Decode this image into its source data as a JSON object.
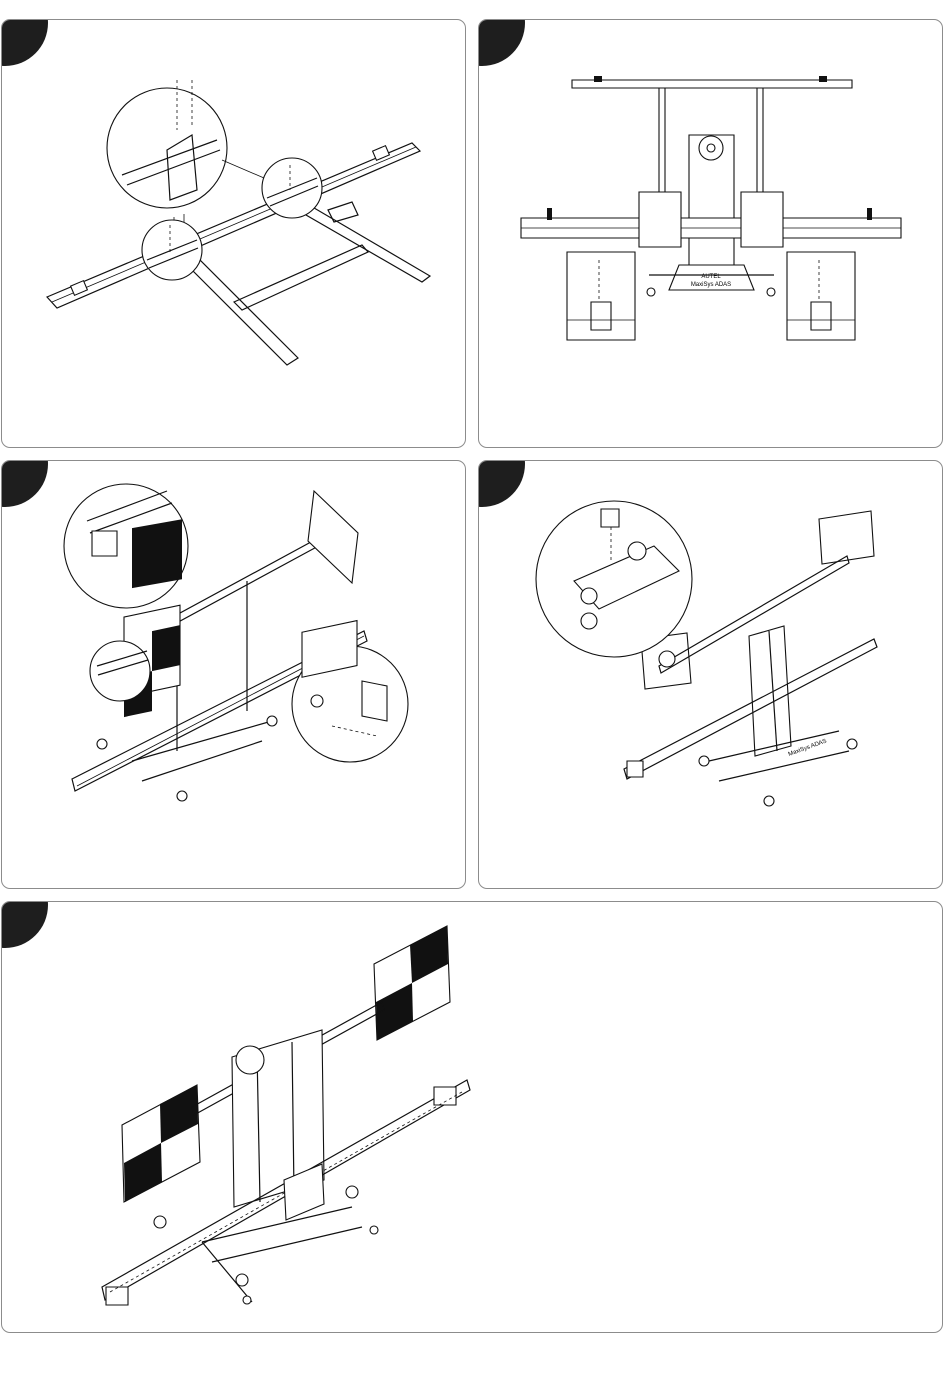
{
  "panels": [
    {
      "id": "step-1",
      "illustration": "crossbar-base-assembly"
    },
    {
      "id": "step-2",
      "illustration": "front-view-mounting"
    },
    {
      "id": "step-3",
      "illustration": "target-panel-attachment"
    },
    {
      "id": "step-4",
      "illustration": "side-bracket-attachment"
    },
    {
      "id": "step-5",
      "illustration": "completed-frame-with-targets"
    }
  ],
  "labels": {
    "brand": "AUTEL",
    "product": "MaxiSys ADAS"
  },
  "colors": {
    "line": "#111111",
    "border": "#8c8c8c",
    "corner": "#1e1e1e",
    "background": "#ffffff"
  }
}
